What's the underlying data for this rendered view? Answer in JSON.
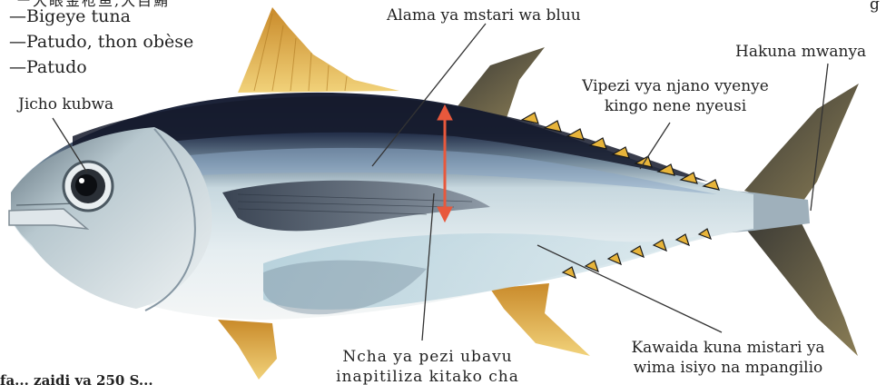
{
  "names": {
    "top_clipped": "ー大眼金枪鱼,大目鮪",
    "items": [
      "Bigeye tuna",
      "Patudo, thon obèse",
      "Patudo"
    ],
    "dash": "—"
  },
  "labels": {
    "blue_stripe": "Alama ya mstari wa bluu",
    "big_eye": "Jicho kubwa",
    "no_stripe": "Hakuna mwanya",
    "finlets_line1": "Vipezi vya njano vyenye",
    "finlets_line2": "kingo nene nyeusi",
    "pectoral_line1": "Ncha ya pezi ubavu",
    "pectoral_line2": "inapitiliza kitako cha",
    "belly_line1": "Kawaida kuna mistari ya",
    "belly_line2": "wima isiyo na mpangilio",
    "bottom_left_clip": "fa... zaidi ya 250 S...",
    "top_right_clip": "g"
  },
  "colors": {
    "arrow": "#e8583c",
    "leader": "#333333",
    "back": "#1d2236",
    "fin_yellow": "#e8b94a"
  }
}
